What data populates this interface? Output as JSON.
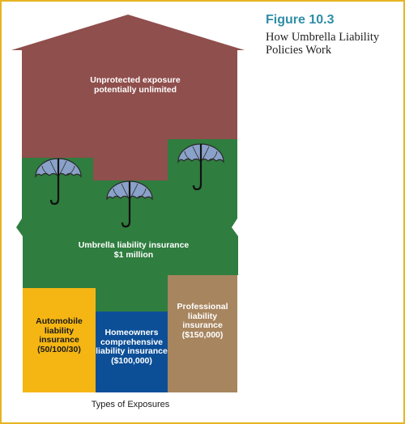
{
  "figure": {
    "number": "Figure 10.3",
    "title": "How Umbrella Liability Policies Work"
  },
  "colors": {
    "border": "#e7b424",
    "figure_number": "#2f8da6",
    "unprotected": "#8f4f4d",
    "umbrella_layer": "#2f7d3f",
    "automobile": "#f5b614",
    "homeowners": "#0d4f97",
    "professional": "#a7855f",
    "umbrella_canopy": "#8aa1c9"
  },
  "regions": {
    "unprotected": "Unprotected exposure potentially unlimited",
    "umbrella": "Umbrella liability insurance $1 million",
    "automobile": "Automobile liability insurance (50/100/30)",
    "homeowners": "Homeowners comprehensive liability insurance ($100,000)",
    "professional": "Professional liability insurance ($150,000)"
  },
  "icons": [
    "umbrella-icon",
    "umbrella-icon",
    "umbrella-icon"
  ],
  "footer": "Types of Exposures"
}
